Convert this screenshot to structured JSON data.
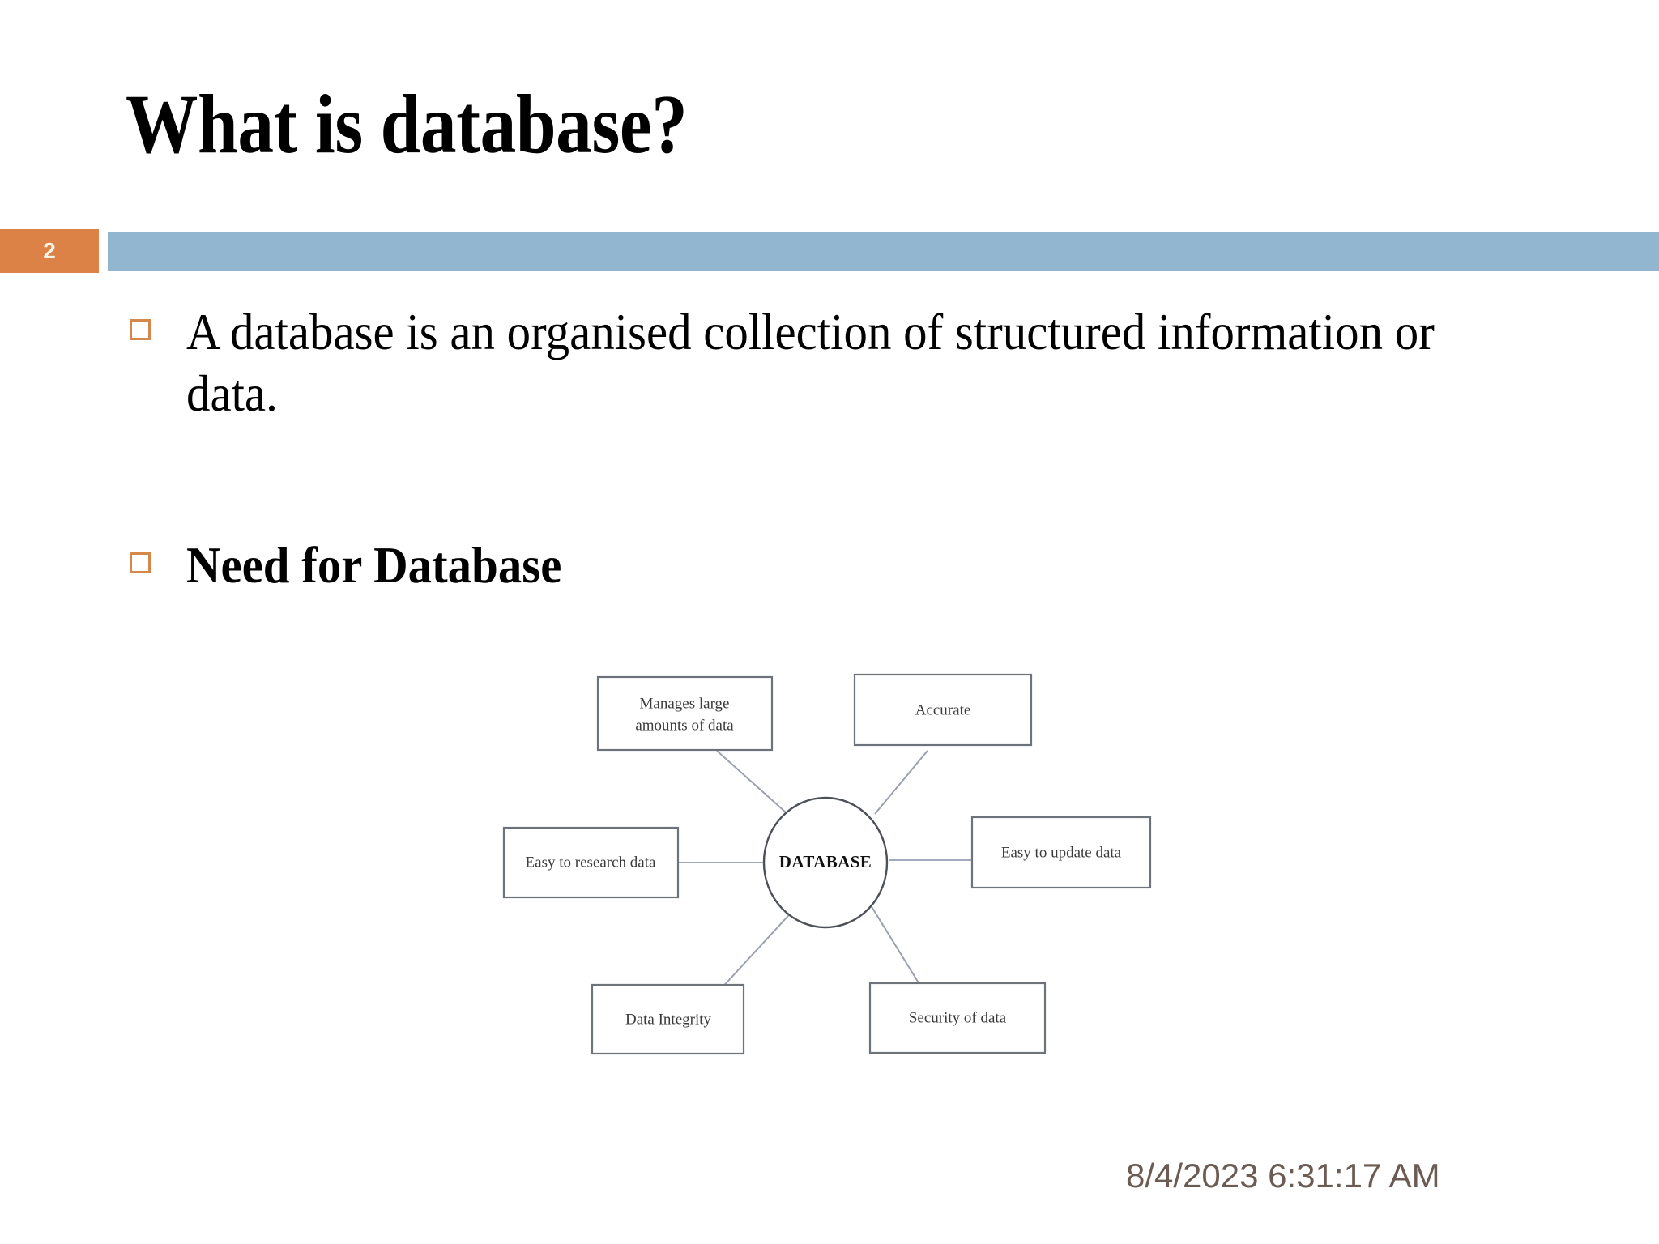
{
  "slide": {
    "title": "What is database?",
    "page_number": "2",
    "timestamp": "8/4/2023 6:31:17 AM",
    "accent_orange": "#DD8247",
    "accent_blue": "#92B5D0",
    "bullet_marker_color": "#D4884B",
    "timestamp_color": "#6B5B52"
  },
  "bullets": [
    {
      "text": "A database is an organised collection of structured information or data.",
      "bold": false
    },
    {
      "text": "Need for Database",
      "bold": true
    }
  ],
  "diagram": {
    "type": "hub-and-spoke",
    "center_label": "DATABASE",
    "nodes": [
      {
        "id": "manages",
        "label_line1": "Manages large",
        "label_line2": "amounts of data",
        "position": "top-left"
      },
      {
        "id": "accurate",
        "label_line1": "Accurate",
        "label_line2": "",
        "position": "top-right"
      },
      {
        "id": "research",
        "label_line1": "Easy to research data",
        "label_line2": "",
        "position": "left"
      },
      {
        "id": "update",
        "label_line1": "Easy to update data",
        "label_line2": "",
        "position": "right"
      },
      {
        "id": "integrity",
        "label_line1": "Data Integrity",
        "label_line2": "",
        "position": "bottom-left"
      },
      {
        "id": "security",
        "label_line1": "Security of data",
        "label_line2": "",
        "position": "bottom-right"
      }
    ]
  }
}
